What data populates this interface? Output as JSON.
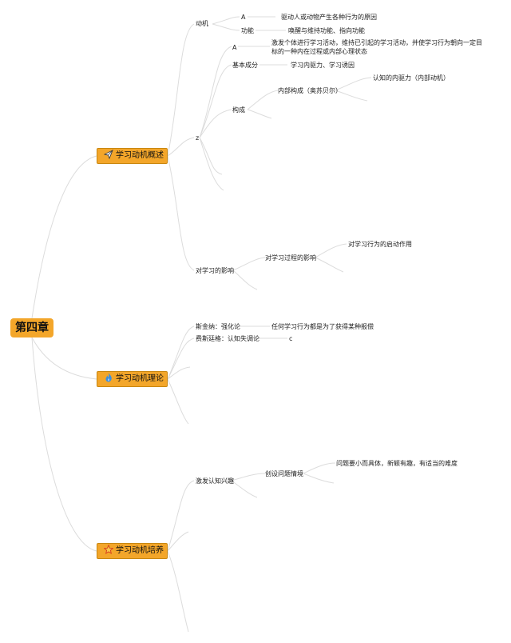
{
  "root": "第四章",
  "topics": {
    "overview": "学习动机概述",
    "theory": "学习动机理论",
    "cultivate": "学习动机培养"
  },
  "overview": {
    "motive": "动机",
    "motive_a": "A",
    "motive_a_text": "驱动人或动物产生各种行为的原因",
    "function": "功能",
    "function_text": "唤醒与维持功能、指向功能",
    "z": "z",
    "study_a": "A",
    "study_a_text": "激发个体进行学习活动，维持已引起的学习活动，并使学习行为朝向一定目标的一种内在过程或内部心理状态",
    "basic": "基本成分",
    "basic_text": "学习内驱力、学习诱因",
    "structure": "构成",
    "inner": "内部构成（奥苏贝尔）",
    "cognitive": "认知的内驱力（内部动机）",
    "effect": "对学习的影响",
    "process": "对学习过程的影响",
    "start": "对学习行为的启动作用"
  },
  "theory": {
    "skinner": "斯金纳：强化论",
    "skinner_text": "任何学习行为都是为了获得某种报偿",
    "festinger": "费斯廷格：认知失调论",
    "c": "c"
  },
  "cultivate": {
    "interest": "激发认知兴趣",
    "situation": "创设问题情境",
    "situation_text": "问题要小而具体，新颖有趣，有适当的难度"
  },
  "icons": {
    "overview": "paper-plane-icon",
    "theory": "flame-icon",
    "cultivate": "star-icon"
  },
  "colors": {
    "topic_fill": "#f3a62a",
    "link": "#dcdcdc"
  }
}
